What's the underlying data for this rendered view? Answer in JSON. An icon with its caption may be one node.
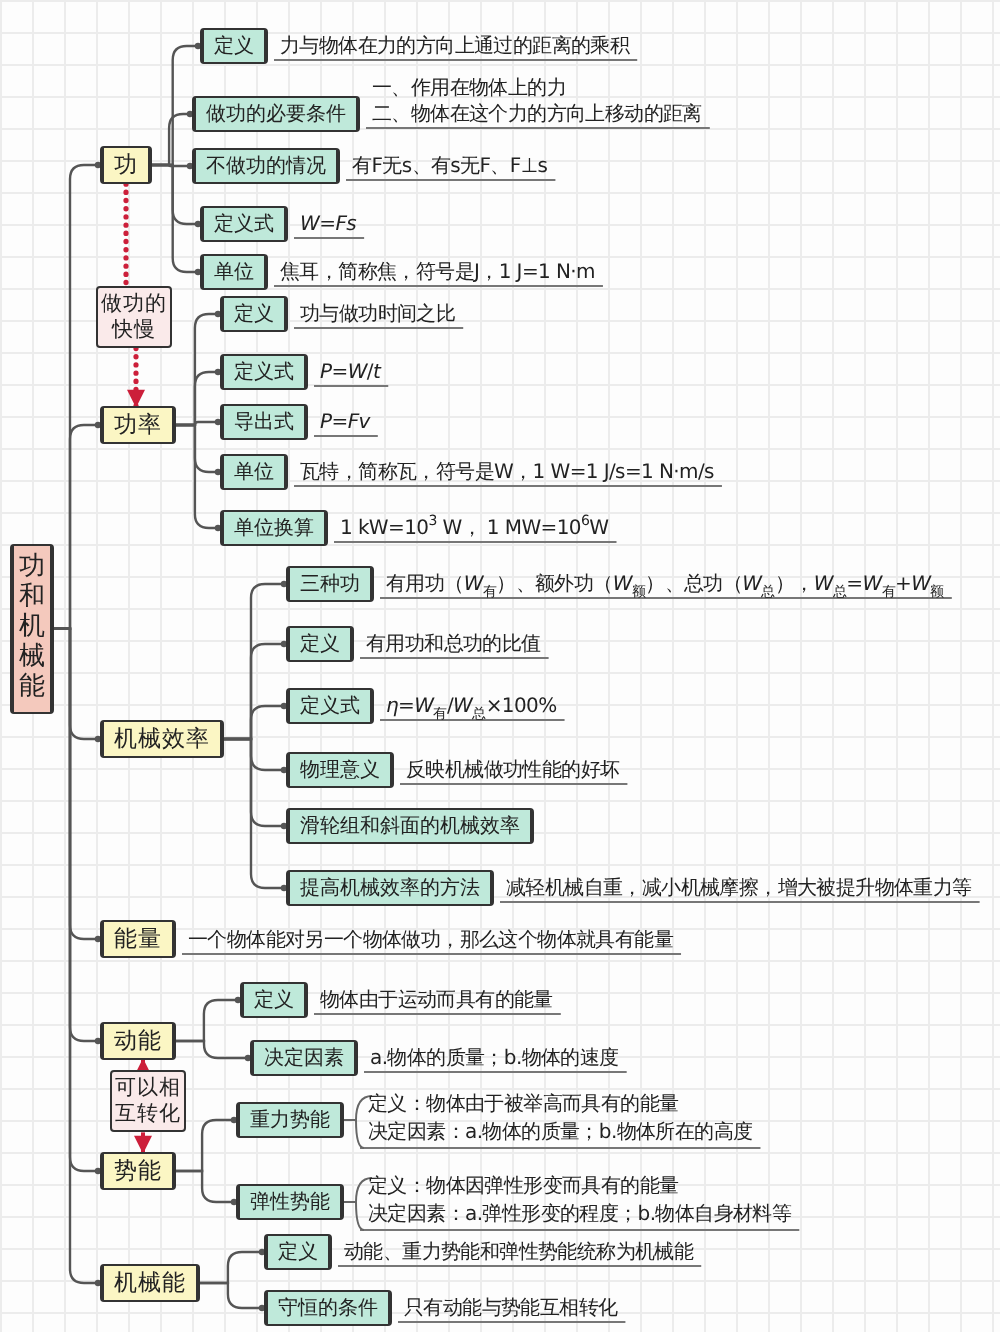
{
  "diagram": {
    "nodes": [
      {
        "text": [
          "功和机械能"
        ]
      },
      {
        "text": [
          "功"
        ]
      },
      {
        "text": [
          "定义"
        ],
        "beside": [
          "力与物体在力的方向上通过的距离的乘积"
        ]
      },
      {
        "text": [
          "做功的必要条件"
        ],
        "beside": [
          "一、作用在物体上的力",
          "二、物体在这个力的方向上移动的距离"
        ]
      },
      {
        "text": [
          "不做功的情况"
        ],
        "beside": [
          "有F无s、有s无F、F⊥s"
        ]
      },
      {
        "text": [
          "定义式"
        ],
        "beside": [
          "*W*=*Fs*"
        ]
      },
      {
        "text": [
          "单位"
        ],
        "beside": [
          "焦耳，简称焦，符号是J，1 J=1 N·m"
        ]
      },
      {
        "text": [
          "做功的快慢"
        ]
      },
      {
        "text": [
          "功率"
        ]
      },
      {
        "text": [
          "定义"
        ],
        "beside": [
          "功与做功时间之比"
        ]
      },
      {
        "text": [
          "定义式"
        ],
        "beside": [
          "*P*=*W*/*t*"
        ]
      },
      {
        "text": [
          "导出式"
        ],
        "beside": [
          "*P*=*Fv*"
        ]
      },
      {
        "text": [
          "单位"
        ],
        "beside": [
          "瓦特，简称瓦，符号是W，1 W=1 J/s=1 N·m/s"
        ]
      },
      {
        "text": [
          "单位换算"
        ],
        "beside": [
          "1 kW=10$^{3}$ W， 1 MW=10$^{6}$W"
        ]
      },
      {
        "text": [
          "机械效率"
        ]
      },
      {
        "text": [
          "三种功"
        ],
        "beside": [
          "有用功（*W*$_{有}$）、额外功（*W*$_{额}$）、总功（*W*$_{总}$），*W*$_{总}$=*W*$_{有}$+*W*$_{额}$"
        ]
      },
      {
        "text": [
          "定义"
        ],
        "beside": [
          "有用功和总功的比值"
        ]
      },
      {
        "text": [
          "定义式"
        ],
        "beside": [
          "*η*=*W*$_{有}$/*W*$_{总}$×100%"
        ]
      },
      {
        "text": [
          "物理意义"
        ],
        "beside": [
          "反映机械做功性能的好坏"
        ]
      },
      {
        "text": [
          "滑轮组和斜面的机械效率"
        ]
      },
      {
        "text": [
          "提高机械效率的方法"
        ],
        "beside": [
          "减轻机械自重，减小机械摩擦，增大被提升物体重力等"
        ]
      },
      {
        "text": [
          "能量"
        ],
        "beside": [
          "一个物体能对另一个物体做功，那么这个物体就具有能量"
        ]
      },
      {
        "text": [
          "动能"
        ]
      },
      {
        "text": [
          "定义"
        ],
        "beside": [
          "物体由于运动而具有的能量"
        ]
      },
      {
        "text": [
          "决定因素"
        ],
        "beside": [
          "a.物体的质量；b.物体的速度"
        ]
      },
      {
        "text": [
          "可以相互转化"
        ]
      },
      {
        "text": [
          "势能"
        ]
      },
      {
        "text": [
          "重力势能"
        ],
        "beside": [
          "定义：物体由于被举高而具有的能量",
          "决定因素：a.物体的质量；b.物体所在的高度"
        ]
      },
      {
        "text": [
          "弹性势能"
        ],
        "beside": [
          "定义：物体因弹性形变而具有的能量",
          "决定因素：a.弹性形变的程度；b.物体自身材料等"
        ]
      },
      {
        "text": [
          "机械能"
        ]
      },
      {
        "text": [
          "定义"
        ],
        "beside": [
          "动能、重力势能和弹性势能统称为机械能"
        ]
      },
      {
        "text": [
          "守恒的条件"
        ],
        "beside": [
          "只有动能与势能互相转化"
        ]
      }
    ],
    "edges": [
      {
        "from": 0,
        "to": 1,
        "arrow": "other"
      },
      {
        "from": 0,
        "to": 8,
        "arrow": "other"
      },
      {
        "from": 0,
        "to": 14,
        "arrow": "other"
      },
      {
        "from": 0,
        "to": 21,
        "arrow": "other"
      },
      {
        "from": 0,
        "to": 22,
        "arrow": "other"
      },
      {
        "from": 0,
        "to": 26,
        "arrow": "other"
      },
      {
        "from": 0,
        "to": 29,
        "arrow": "other"
      },
      {
        "from": 1,
        "to": 2,
        "arrow": "other"
      },
      {
        "from": 1,
        "to": 3,
        "arrow": "other"
      },
      {
        "from": 1,
        "to": 4,
        "arrow": "other"
      },
      {
        "from": 1,
        "to": 5,
        "arrow": "other"
      },
      {
        "from": 1,
        "to": 6,
        "arrow": "other"
      },
      {
        "from": 1,
        "to": 7,
        "arrow": "none",
        "style": "dashed",
        "color": "#cc1f3a"
      },
      {
        "from": 7,
        "to": 8,
        "arrow": "to",
        "style": "dashed",
        "color": "#cc1f3a"
      },
      {
        "from": 8,
        "to": 9,
        "arrow": "other"
      },
      {
        "from": 8,
        "to": 10,
        "arrow": "other"
      },
      {
        "from": 8,
        "to": 11,
        "arrow": "other"
      },
      {
        "from": 8,
        "to": 12,
        "arrow": "other"
      },
      {
        "from": 8,
        "to": 13,
        "arrow": "other"
      },
      {
        "from": 14,
        "to": 15,
        "arrow": "other"
      },
      {
        "from": 14,
        "to": 16,
        "arrow": "other"
      },
      {
        "from": 14,
        "to": 17,
        "arrow": "other"
      },
      {
        "from": 14,
        "to": 18,
        "arrow": "other"
      },
      {
        "from": 14,
        "to": 19,
        "arrow": "other"
      },
      {
        "from": 14,
        "to": 20,
        "arrow": "other"
      },
      {
        "from": 22,
        "to": 23,
        "arrow": "other"
      },
      {
        "from": 22,
        "to": 24,
        "arrow": "other"
      },
      {
        "from": 25,
        "to": 22,
        "arrow": "to",
        "color": "#cc1f3a"
      },
      {
        "from": 25,
        "to": 26,
        "arrow": "to",
        "color": "#cc1f3a"
      },
      {
        "from": 26,
        "to": 27,
        "arrow": "other"
      },
      {
        "from": 26,
        "to": 28,
        "arrow": "other"
      },
      {
        "from": 29,
        "to": 30,
        "arrow": "other"
      },
      {
        "from": 29,
        "to": 31,
        "arrow": "other"
      }
    ]
  }
}
